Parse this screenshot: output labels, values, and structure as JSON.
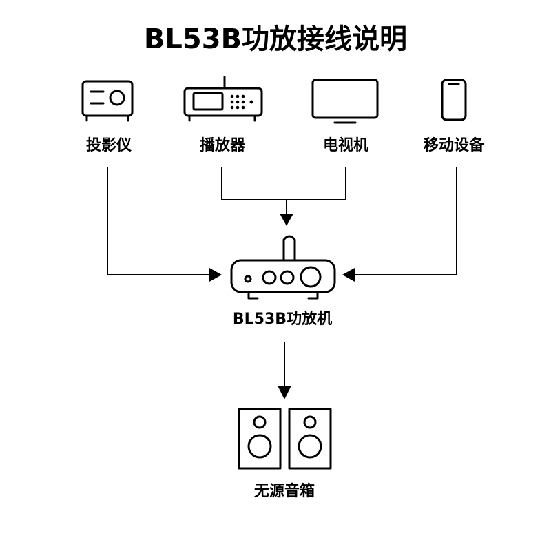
{
  "title": "BL53B功放接线说明",
  "sources": {
    "projector": "投影仪",
    "player": "播放器",
    "tv": "电视机",
    "mobile": "移动设备"
  },
  "amplifier": {
    "label": "BL53B功放机"
  },
  "speakers": {
    "label": "无源音箱"
  }
}
